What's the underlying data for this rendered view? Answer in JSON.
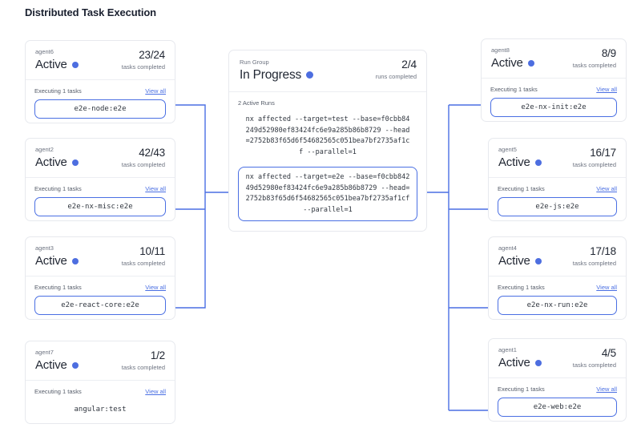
{
  "page": {
    "title": "Distributed Task Execution",
    "accent_color": "#4a6fe3",
    "dot_color": "#4d6ee0",
    "card_border_color": "#e7e9ee"
  },
  "labels": {
    "tasks_completed": "tasks completed",
    "runs_completed": "runs completed",
    "view_all": "View all",
    "status_dot": "status-dot-icon"
  },
  "left_agents": [
    {
      "name": "agent6",
      "status": "Active",
      "count": "23/24",
      "count_sub": "tasks completed",
      "executing": "Executing 1 tasks",
      "view_all": "View all",
      "task": "e2e-node:e2e",
      "boxed": true
    },
    {
      "name": "agent2",
      "status": "Active",
      "count": "42/43",
      "count_sub": "tasks completed",
      "executing": "Executing 1 tasks",
      "view_all": "View all",
      "task": "e2e-nx-misc:e2e",
      "boxed": true
    },
    {
      "name": "agent3",
      "status": "Active",
      "count": "10/11",
      "count_sub": "tasks completed",
      "executing": "Executing 1 tasks",
      "view_all": "View all",
      "task": "e2e-react-core:e2e",
      "boxed": true
    },
    {
      "name": "agent7",
      "status": "Active",
      "count": "1/2",
      "count_sub": "tasks completed",
      "executing": "Executing 1 tasks",
      "view_all": "View all",
      "task": "angular:test",
      "boxed": false
    }
  ],
  "center": {
    "group_label": "Run Group",
    "status": "In Progress",
    "count": "2/4",
    "count_sub": "runs completed",
    "runs_label": "2 Active Runs",
    "runs": [
      {
        "cmd": "nx affected --target=test --base=f0cbb84249d52980ef83424fc6e9a285b86b8729 --head=2752b83f65d6f54682565c051bea7bf2735af1cf --parallel=1",
        "boxed": false
      },
      {
        "cmd": "nx affected --target=e2e --base=f0cbb84249d52980ef83424fc6e9a285b86b8729 --head=2752b83f65d6f54682565c051bea7bf2735af1cf --parallel=1",
        "boxed": true
      }
    ]
  },
  "right_agents": [
    {
      "name": "agent8",
      "status": "Active",
      "count": "8/9",
      "count_sub": "tasks completed",
      "executing": "Executing 1 tasks",
      "view_all": "View all",
      "task": "e2e-nx-init:e2e",
      "boxed": true
    },
    {
      "name": "agent5",
      "status": "Active",
      "count": "16/17",
      "count_sub": "tasks completed",
      "executing": "Executing 1 tasks",
      "view_all": "View all",
      "task": "e2e-js:e2e",
      "boxed": true
    },
    {
      "name": "agent4",
      "status": "Active",
      "count": "17/18",
      "count_sub": "tasks completed",
      "executing": "Executing 1 tasks",
      "view_all": "View all",
      "task": "e2e-nx-run:e2e",
      "boxed": true
    },
    {
      "name": "agent1",
      "status": "Active",
      "count": "4/5",
      "count_sub": "tasks completed",
      "executing": "Executing 1 tasks",
      "view_all": "View all",
      "task": "e2e-web:e2e",
      "boxed": true
    }
  ]
}
